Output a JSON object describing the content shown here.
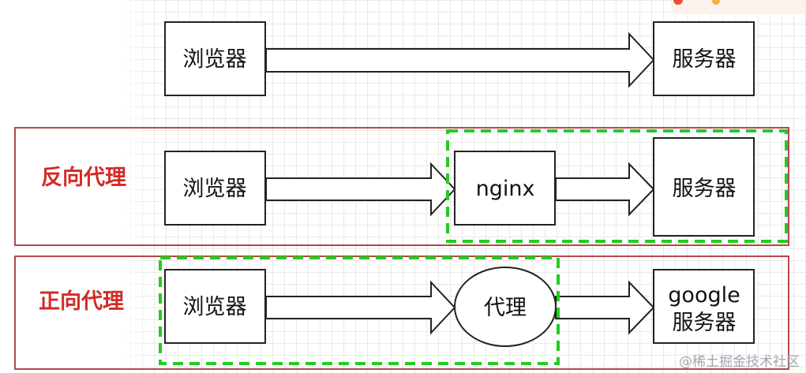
{
  "nodes": {
    "row1_browser": "浏览器",
    "row1_server": "服务器",
    "row2_browser": "浏览器",
    "row2_nginx": "nginx",
    "row2_server": "服务器",
    "row3_browser": "浏览器",
    "row3_proxy": "代理",
    "row3_google_line1": "google",
    "row3_google_line2": "服务器"
  },
  "labels": {
    "reverse_proxy": "反向代理",
    "forward_proxy": "正向代理"
  },
  "watermark": "@稀土掘金技术社区",
  "colors": {
    "label_red": "#d42a26",
    "frame_red": "#b5484a",
    "dash_green": "#22cc22"
  }
}
